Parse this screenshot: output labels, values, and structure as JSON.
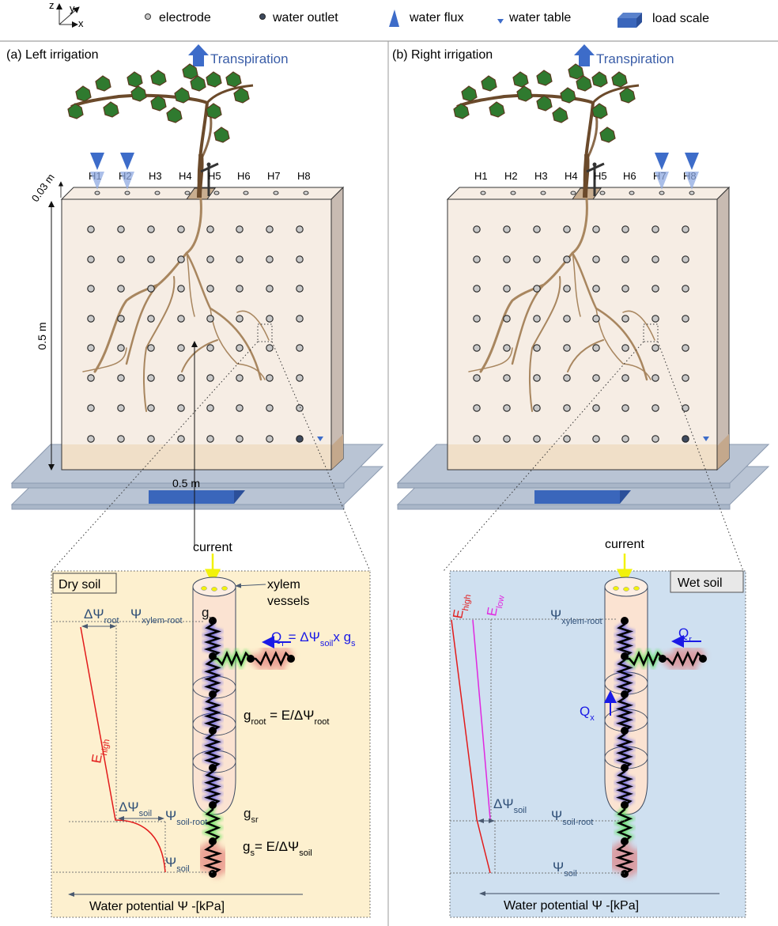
{
  "legend": {
    "axes": {
      "z": "z",
      "y": "y",
      "x": "x"
    },
    "items": [
      {
        "icon": "electrode-icon",
        "label": "electrode"
      },
      {
        "icon": "water-outlet-icon",
        "label": "water outlet"
      },
      {
        "icon": "water-flux-icon",
        "label": "water flux"
      },
      {
        "icon": "water-table-icon",
        "label": "water table"
      },
      {
        "icon": "load-scale-icon",
        "label": "load scale"
      }
    ]
  },
  "colors": {
    "soil_light": "#f6ede4",
    "soil_wet_band": "#f0dfc8",
    "tank_side": "#c8bbb2",
    "scale_plate": "#b9c4d4",
    "scale_block": "#3a66bb",
    "flux_blue": "#3d6cc9",
    "electrode_fill": "#c8c8c8",
    "outlet_fill": "#3e4a5e",
    "dry_panel": "#fdf0cf",
    "wet_panel": "#cfe0f0",
    "root_fill": "#fbe3d2",
    "e_high": "#e21b1b",
    "e_low": "#e028e0",
    "label_blue": "#2f4f77",
    "flow_blue": "#1a1ae6",
    "current_yellow": "#f2f20a"
  },
  "panels": [
    {
      "id": "left",
      "title": "(a) Left irrigation",
      "transpiration": "Transpiration",
      "columns": [
        "H1",
        "H2",
        "H3",
        "H4",
        "H5",
        "H6",
        "H7",
        "H8"
      ],
      "irrigated_columns": [
        "H1",
        "H2"
      ],
      "dim_top": "0.03 m",
      "dim_height": "0.5 m",
      "dim_width": "0.5 m",
      "detail": {
        "soil_label": "Dry soil",
        "current": "current",
        "xylem_vessels_line1": "xylem",
        "xylem_vessels_line2": "vessels",
        "gx": {
          "base": "g",
          "sub": "x"
        },
        "psi_xylem_root": {
          "base": "Ψ",
          "sub": "xylem-root"
        },
        "dpsi_root": {
          "base": "ΔΨ",
          "sub": "root"
        },
        "qr_eq": {
          "q": "Q",
          "q_sub": "r",
          "mid": " = ΔΨ",
          "mid_sub": "soil",
          "tail": "x g",
          "tail_sub": "s"
        },
        "groot_eq": {
          "base": "g",
          "sub": "root",
          "rhs": " = E/ΔΨ",
          "rhs_sub": "root"
        },
        "e_high": {
          "base": "E",
          "sub": "high"
        },
        "dpsi_soil": {
          "base": "ΔΨ",
          "sub": "soil"
        },
        "psi_soil_root": {
          "base": "Ψ",
          "sub": "soil-root"
        },
        "gsr": {
          "base": "g",
          "sub": "sr"
        },
        "gs_eq": {
          "base": "g",
          "sub": "s",
          "rhs": "= E/ΔΨ",
          "rhs_sub": "soil"
        },
        "psi_soil": {
          "base": "Ψ",
          "sub": "soil"
        },
        "axis_label": "Water potential Ψ -[kPa]"
      }
    },
    {
      "id": "right",
      "title": "(b) Right irrigation",
      "transpiration": "Transpiration",
      "columns": [
        "H1",
        "H2",
        "H3",
        "H4",
        "H5",
        "H6",
        "H7",
        "H8"
      ],
      "irrigated_columns": [
        "H7",
        "H8"
      ],
      "detail": {
        "soil_label": "Wet soil",
        "current": "current",
        "psi_xylem_root": {
          "base": "Ψ",
          "sub": "xylem-root"
        },
        "qr": {
          "base": "Q",
          "sub": "r"
        },
        "qx": {
          "base": "Q",
          "sub": "x"
        },
        "e_high": {
          "base": "E",
          "sub": "high"
        },
        "e_low": {
          "base": "E",
          "sub": "low"
        },
        "dpsi_soil": {
          "base": "ΔΨ",
          "sub": "soil"
        },
        "psi_soil_root": {
          "base": "Ψ",
          "sub": "soil-root"
        },
        "psi_soil": {
          "base": "Ψ",
          "sub": "soil"
        },
        "axis_label": "Water potential Ψ -[kPa]"
      }
    }
  ]
}
